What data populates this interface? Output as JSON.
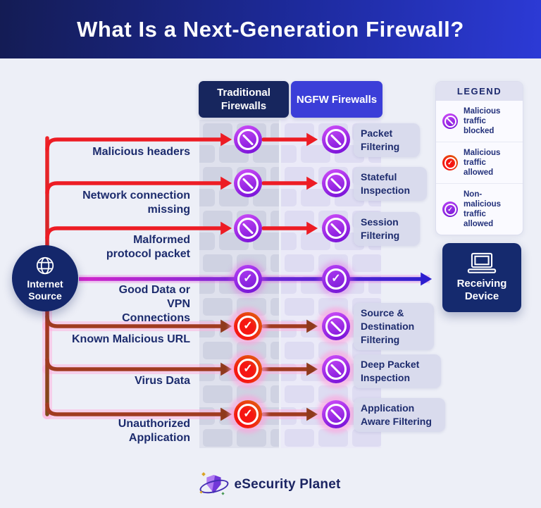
{
  "header": {
    "title": "What Is a Next-Generation Firewall?"
  },
  "columns": {
    "traditional": "Traditional Firewalls",
    "ngfw": "NGFW Firewalls"
  },
  "legend": {
    "title": "LEGEND",
    "items": [
      {
        "icon": "malicious-blocked-icon",
        "label": "Malicious traffic blocked"
      },
      {
        "icon": "malicious-allowed-icon",
        "label": "Malicious traffic allowed"
      },
      {
        "icon": "non-malicious-allowed-icon",
        "label": "Non-malicious traffic allowed"
      }
    ]
  },
  "source": {
    "label": "Internet Source"
  },
  "destination": {
    "label": "Receiving Device"
  },
  "rows": [
    {
      "label": "Malicious headers",
      "traditional_result": "blocked",
      "ngfw_result": "blocked",
      "ngfw_method": "Packet Filtering"
    },
    {
      "label": "Network connection missing",
      "traditional_result": "blocked",
      "ngfw_result": "blocked",
      "ngfw_method": "Stateful Inspection"
    },
    {
      "label": "Malformed protocol packet",
      "traditional_result": "blocked",
      "ngfw_result": "blocked",
      "ngfw_method": "Session Filtering"
    },
    {
      "label": "Good Data or VPN Connections",
      "traditional_result": "allowed",
      "ngfw_result": "allowed",
      "ngfw_method": ""
    },
    {
      "label": "Known Malicious URL",
      "traditional_result": "allowed",
      "ngfw_result": "blocked",
      "ngfw_method": "Source & Destination Filtering"
    },
    {
      "label": "Virus Data",
      "traditional_result": "allowed",
      "ngfw_result": "blocked",
      "ngfw_method": "Deep Packet Inspection"
    },
    {
      "label": "Unauthorized Application",
      "traditional_result": "allowed",
      "ngfw_result": "blocked",
      "ngfw_method": "Application Aware Filtering"
    }
  ],
  "footer": {
    "brand": "eSecurity Planet"
  },
  "colors": {
    "background": "#edeff7",
    "header_gradient_start": "#141c54",
    "header_gradient_end": "#2c3ad6",
    "navy": "#152a6e",
    "ngfw_blue": "#3b3ed8",
    "blocked_purple": "#8d18e0",
    "allowed_red": "#ee1409",
    "arrow_red": "#ed1c24",
    "arrow_dark_red": "#9e3a1e",
    "clean_line_magenta": "#d124cb",
    "clean_line_blue": "#2d1ecf",
    "glow_pink": "#ffb0dd",
    "wall_brick_traditional": "#cfd2e2",
    "wall_brick_ngfw": "#dedcf2"
  }
}
